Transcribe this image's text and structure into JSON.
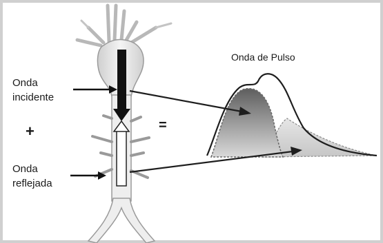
{
  "title": "Onda de Pulso",
  "labels": {
    "incident_line1": "Onda",
    "incident_line2": "incidente",
    "reflected_line1": "Onda",
    "reflected_line2": "reflejada"
  },
  "symbols": {
    "plus": "+",
    "equals": "="
  },
  "colors": {
    "background": "#ffffff",
    "frame": "#d0d0d0",
    "ink": "#1a1a1a",
    "vessel_fill": "#eeeeee",
    "vessel_outline": "#9a9a9a",
    "incident_wave_fill": "#7a7a7a",
    "reflected_wave_fill": "#d4d4d4"
  }
}
